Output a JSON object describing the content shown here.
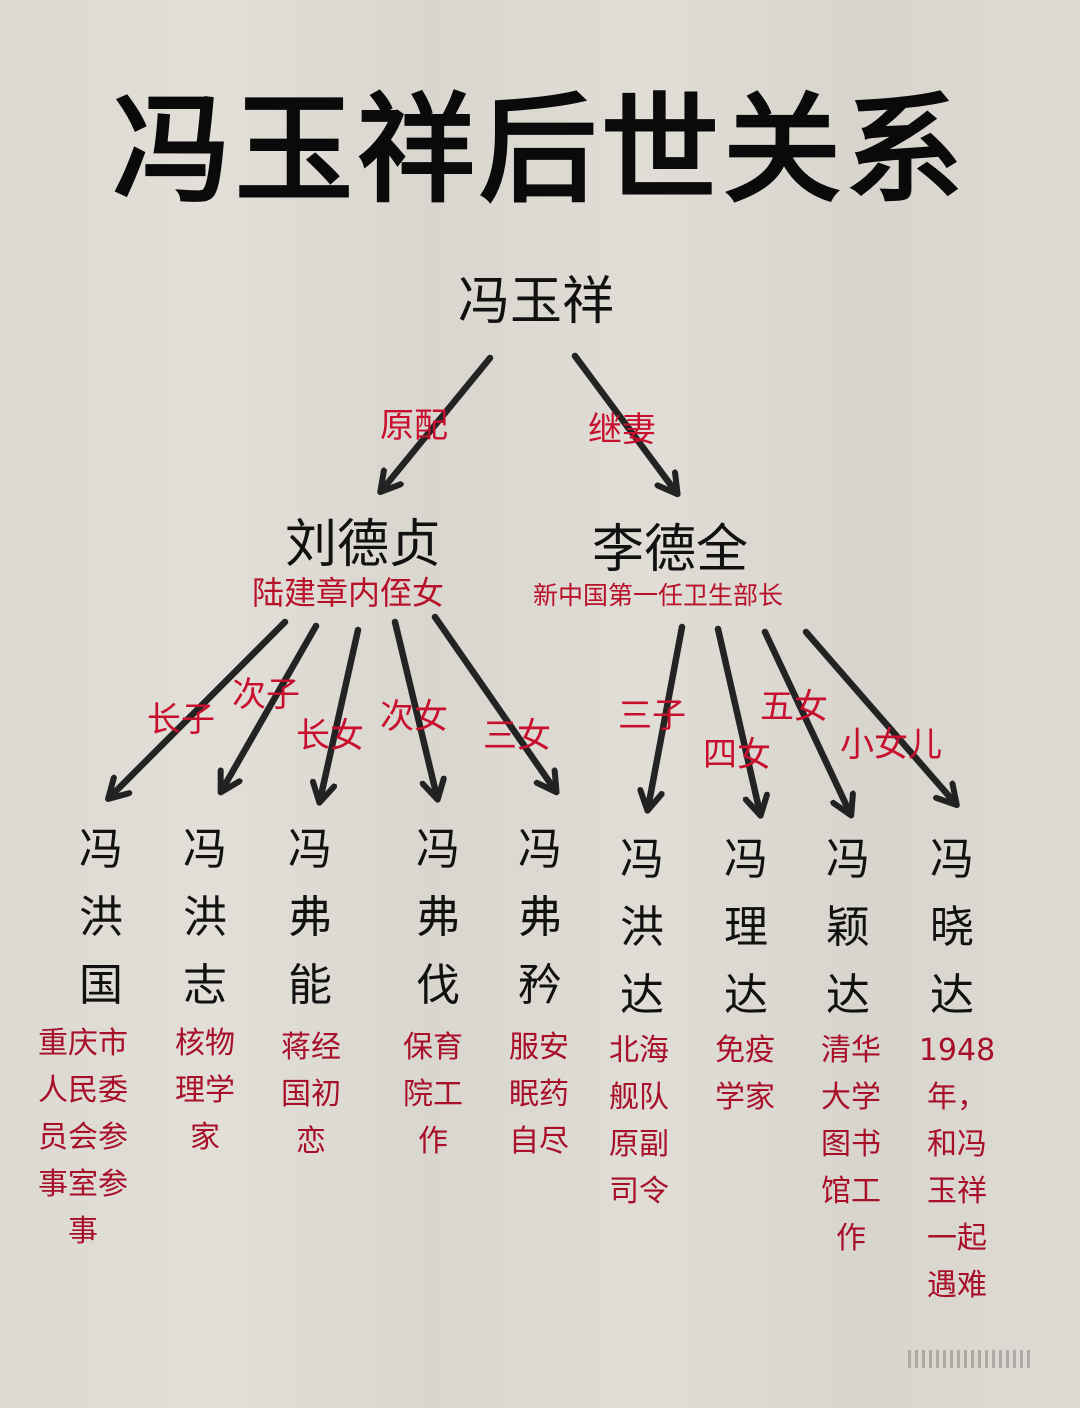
{
  "title": "冯玉祥后世关系",
  "root": {
    "name": "冯玉祥"
  },
  "spouses": [
    {
      "relation": "原配",
      "name": "刘德贞",
      "note": "陆建章内侄女"
    },
    {
      "relation": "继妻",
      "name": "李德全",
      "note": "新中国第一任卫生部长"
    }
  ],
  "children": [
    {
      "relation": "长子",
      "name": [
        "冯",
        "洪",
        "国"
      ],
      "note": [
        "重庆市",
        "人民委",
        "员会参",
        "事室参",
        "事"
      ],
      "mother": "刘德贞"
    },
    {
      "relation": "次子",
      "name": [
        "冯",
        "洪",
        "志"
      ],
      "note": [
        "核物",
        "理学",
        "家"
      ],
      "mother": "刘德贞"
    },
    {
      "relation": "长女",
      "name": [
        "冯",
        "弗",
        "能"
      ],
      "note": [
        "蒋经",
        "国初",
        "恋"
      ],
      "mother": "刘德贞"
    },
    {
      "relation": "次女",
      "name": [
        "冯",
        "弗",
        "伐"
      ],
      "note": [
        "保育",
        "院工",
        "作"
      ],
      "mother": "刘德贞"
    },
    {
      "relation": "三女",
      "name": [
        "冯",
        "弗",
        "矜"
      ],
      "note": [
        "服安",
        "眠药",
        "自尽"
      ],
      "mother": "刘德贞"
    },
    {
      "relation": "三子",
      "name": [
        "冯",
        "洪",
        "达"
      ],
      "note": [
        "北海",
        "舰队",
        "原副",
        "司令"
      ],
      "mother": "李德全"
    },
    {
      "relation": "四女",
      "name": [
        "冯",
        "理",
        "达"
      ],
      "note": [
        "免疫",
        "学家"
      ],
      "mother": "李德全"
    },
    {
      "relation": "五女",
      "name": [
        "冯",
        "颖",
        "达"
      ],
      "note": [
        "清华",
        "大学",
        "图书",
        "馆工",
        "作"
      ],
      "mother": "李德全"
    },
    {
      "relation": "小女儿",
      "name": [
        "冯",
        "晓",
        "达"
      ],
      "note": [
        "1948",
        "年，",
        "和冯",
        "玉祥",
        "一起",
        "遇难"
      ],
      "mother": "李德全"
    }
  ],
  "colors": {
    "text": "#111111",
    "accent_red": "#b8112a",
    "arrow": "#222222",
    "background": "#dcd8d2"
  }
}
